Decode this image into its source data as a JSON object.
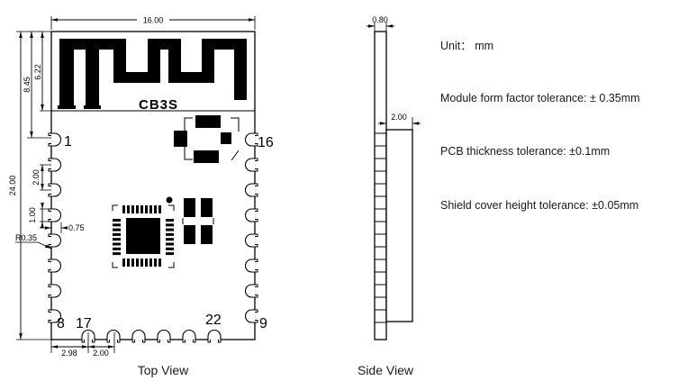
{
  "colors": {
    "ink": "#000000",
    "paper": "#ffffff"
  },
  "top_view": {
    "label": "Top View",
    "module_name": "CB3S",
    "pins": {
      "pin1": "1",
      "pin16": "16",
      "pin8": "8",
      "pin17": "17",
      "pin22": "22",
      "pin9": "9"
    },
    "dims": {
      "width": "16.00",
      "height": "24.00",
      "antenna_outer": "8.45",
      "antenna_inner": "6.22",
      "pin_pitch": "2.00",
      "pad_length": "1.00",
      "pad_depth": "0.75",
      "castellation_radius": "R0.35",
      "edge_to_pin17": "2.98",
      "bottom_pin_pitch": "2.00"
    }
  },
  "side_view": {
    "label": "Side View",
    "dims": {
      "pcb_thickness": "0.80",
      "shield_width": "2.00"
    }
  },
  "notes": {
    "unit": "Unit： mm",
    "form_factor": "Module form factor tolerance: ± 0.35mm",
    "pcb_thickness": "PCB thickness tolerance: ±0.1mm",
    "shield_cover": "Shield cover height tolerance: ±0.05mm"
  }
}
